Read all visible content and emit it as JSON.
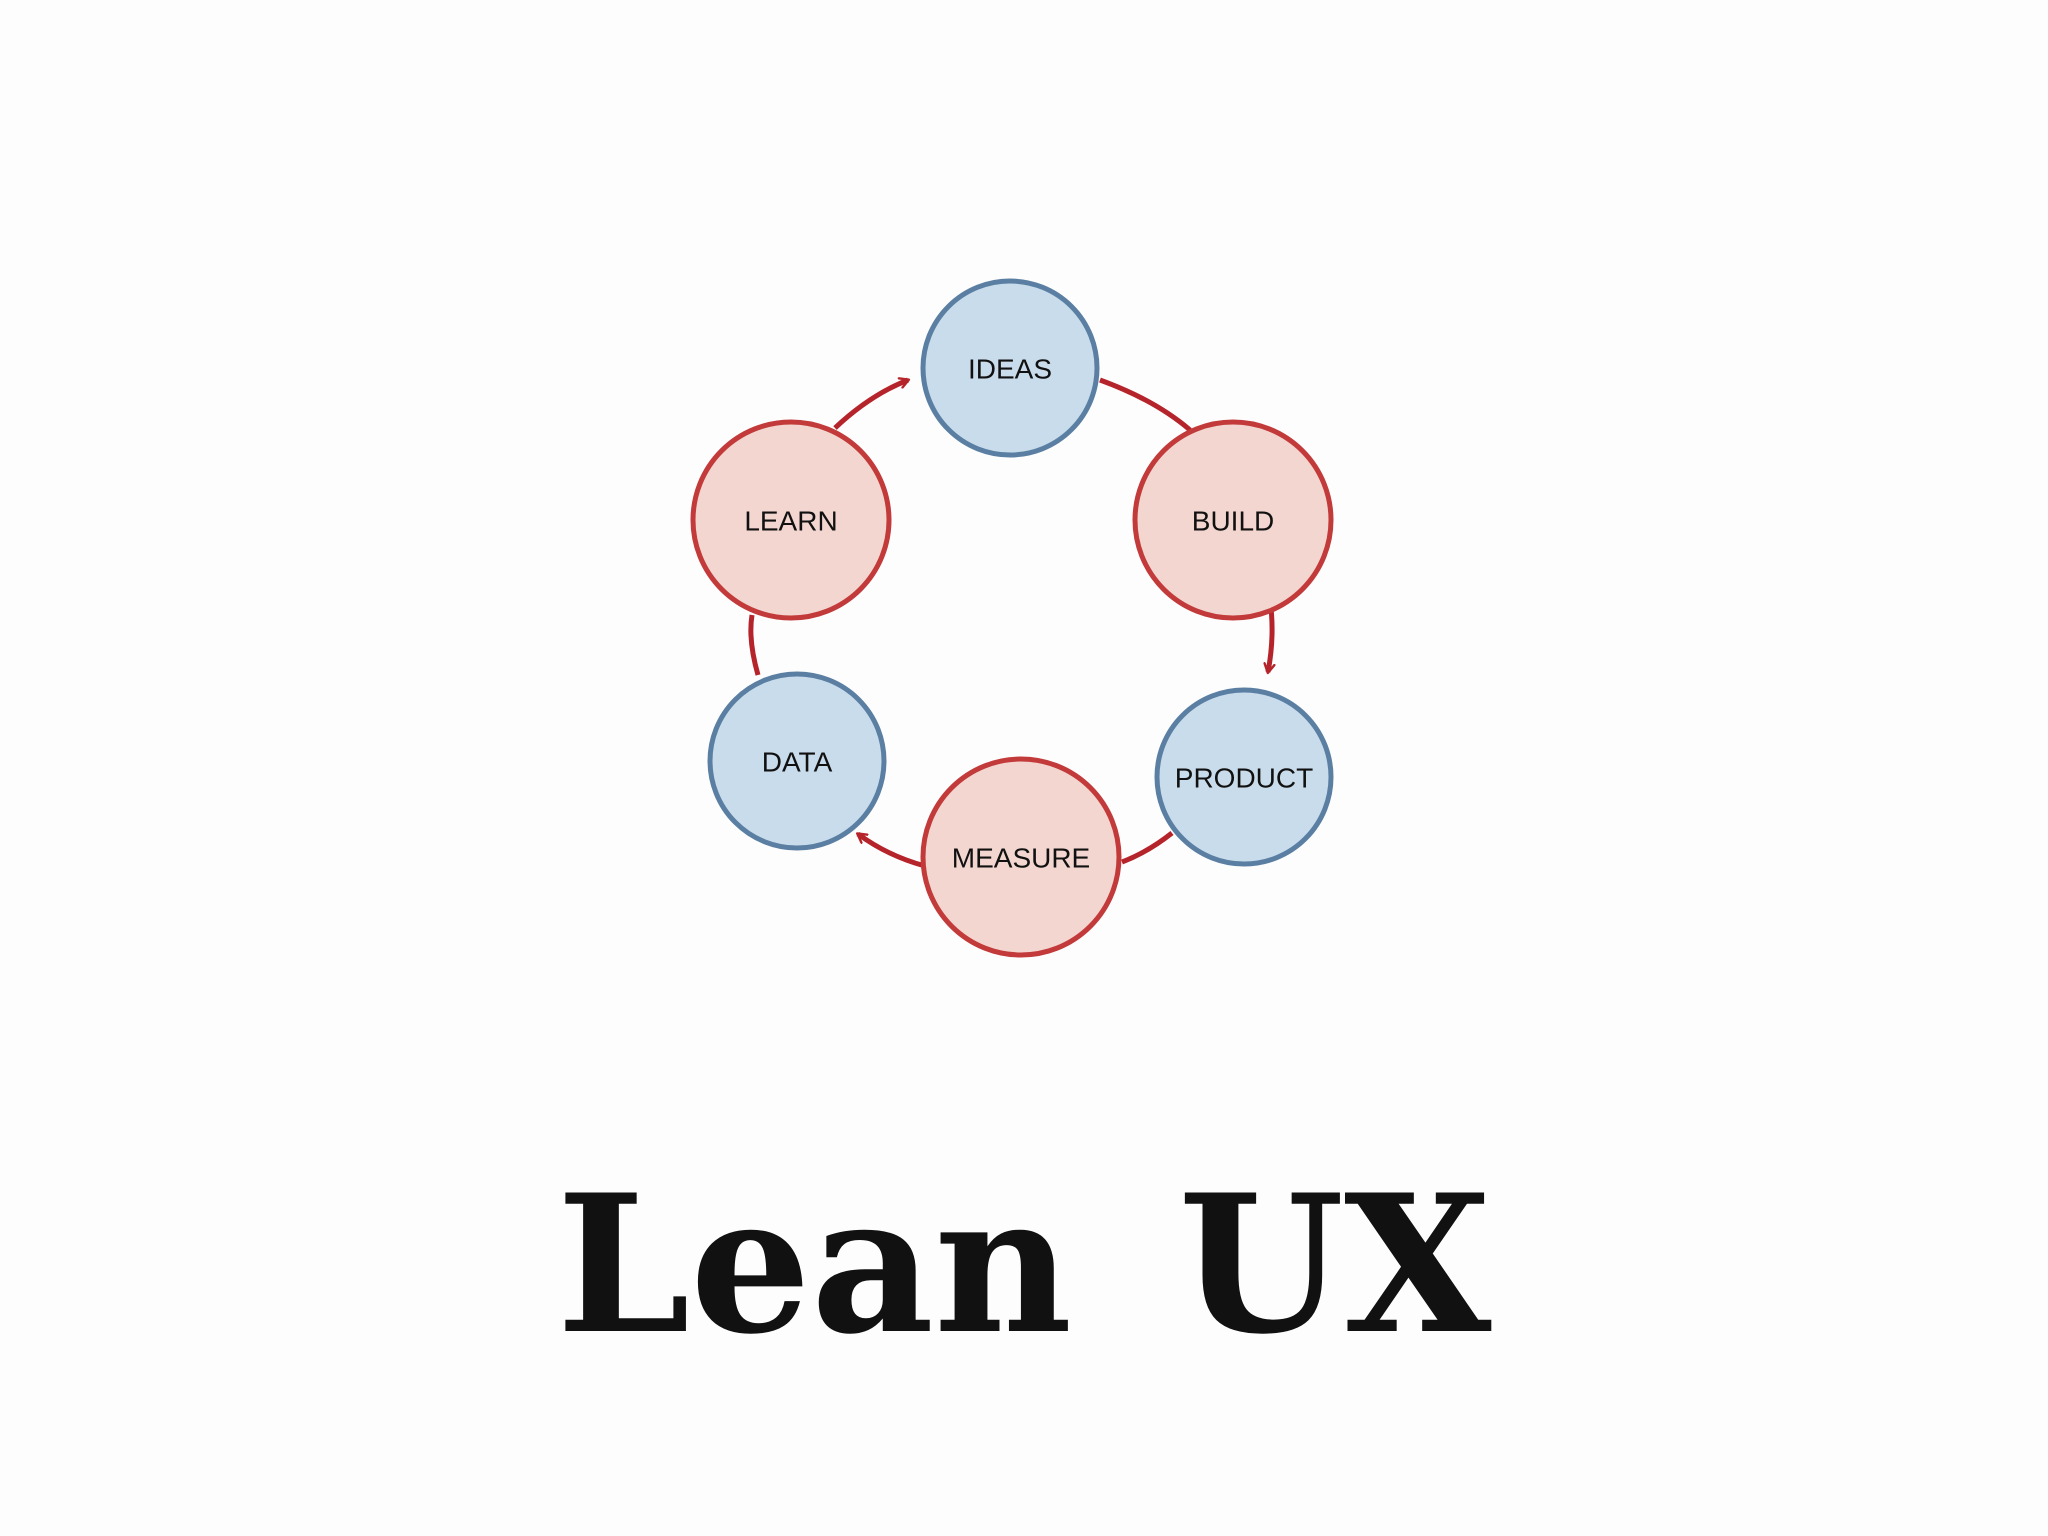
{
  "colors": {
    "background": "#fdfdfd",
    "red_fill": "#f2d6cf",
    "red_stroke": "#c23a3a",
    "blue_fill": "#c9dceb",
    "blue_stroke": "#5a7fa3",
    "connector": "#b5242a",
    "text": "#111111"
  },
  "diagram": {
    "nodes": [
      {
        "id": "ideas",
        "label": "IDEAS",
        "kind": "blue"
      },
      {
        "id": "build",
        "label": "BUILD",
        "kind": "red"
      },
      {
        "id": "product",
        "label": "PRODUCT",
        "kind": "blue"
      },
      {
        "id": "measure",
        "label": "MEASURE",
        "kind": "red"
      },
      {
        "id": "data",
        "label": "DATA",
        "kind": "blue"
      },
      {
        "id": "learn",
        "label": "LEARN",
        "kind": "red"
      }
    ],
    "flow": [
      "ideas",
      "build",
      "product",
      "measure",
      "data",
      "learn",
      "ideas"
    ]
  },
  "title": "Lean UX"
}
